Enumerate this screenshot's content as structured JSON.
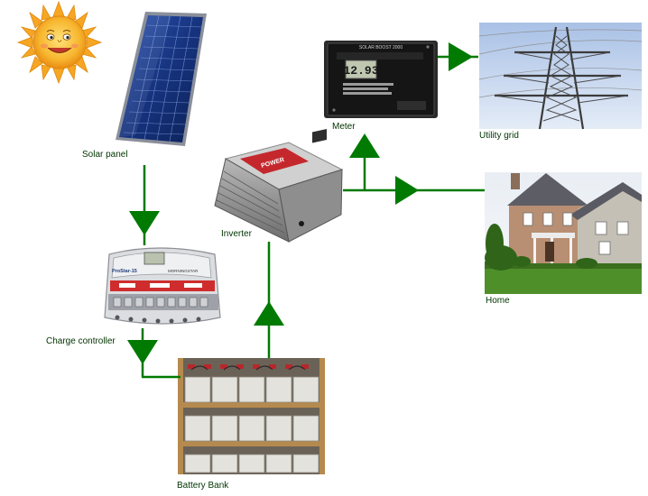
{
  "labels": {
    "solar_panel": "Solar panel",
    "charge_controller": "Charge controller",
    "battery_bank": "Battery Bank",
    "inverter": "Inverter",
    "meter": "Meter",
    "utility_grid": "Utility grid",
    "home": "Home"
  },
  "meter_display": {
    "brand": "SOLAR BOOST 2000",
    "reading": "12.93"
  },
  "controller_display": {
    "brand": "ProStar-15",
    "maker": "MORNINGSTAR"
  },
  "inverter_display": {
    "brand": "POWER"
  },
  "colors": {
    "flow": "#007a00",
    "sun": "#f9b233",
    "panel": "#1b3c8c",
    "sky": "#c9d8ee",
    "lawn": "#4f8f2a"
  },
  "icons": {
    "sun": "sun-icon",
    "solar_panel": "solar-panel-icon",
    "charge_controller": "charge-controller-icon",
    "battery_bank": "battery-bank-icon",
    "inverter": "inverter-icon",
    "meter": "meter-icon",
    "utility_grid": "power-tower-icon",
    "home": "house-icon"
  }
}
